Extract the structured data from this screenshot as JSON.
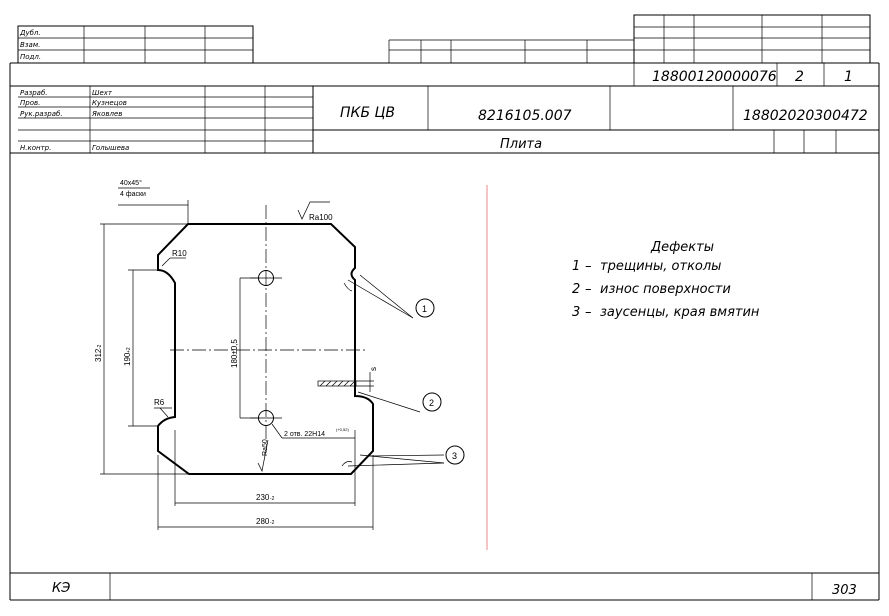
{
  "stamp": {
    "left_rows": [
      "Дубл.",
      "Взам.",
      "Подл."
    ],
    "doc_code": "18800120000076",
    "sheet": "2",
    "sheets": "1",
    "roles": [
      {
        "role": "Разраб.",
        "name": "Шехт"
      },
      {
        "role": "Пров.",
        "name": "Кузнецов"
      },
      {
        "role": "Рук.разраб.",
        "name": "Яковлев"
      },
      {
        "role": "",
        "name": ""
      },
      {
        "role": "Н.контр.",
        "name": "Голышева"
      }
    ],
    "org": "ПКБ ЦВ",
    "part_number": "8216105.007",
    "doc_number": "18802020300472",
    "title": "Плита"
  },
  "drawing": {
    "chamfer": "40x45°",
    "chamfer_count": "4 фаски",
    "roughness_top": "Ra100",
    "roughness_bottom": "Ra50",
    "radius_top": "R10",
    "radius_bottom": "R6",
    "dim_height_total": "312",
    "dim_height_total_tol": "-2",
    "dim_height_inner": "190",
    "dim_height_inner_tol": "+2",
    "dim_holes_spacing": "180±0,5",
    "dim_width_inner": "230",
    "dim_width_inner_tol": "-2",
    "dim_width_total": "280",
    "dim_width_total_tol": "-2",
    "holes_note": "2 отв. 22H14",
    "holes_tol": "(+0,52)",
    "thickness": "s",
    "callouts": [
      "1",
      "2",
      "3"
    ]
  },
  "defects": {
    "heading": "Дефекты",
    "items": [
      {
        "num": "1",
        "dash": "–",
        "text": "трещины, отколы"
      },
      {
        "num": "2",
        "dash": "–",
        "text": "износ поверхности"
      },
      {
        "num": "3",
        "dash": "–",
        "text": "заусенцы, края вмятин"
      }
    ]
  },
  "footer": {
    "left": "КЭ",
    "right": "303"
  }
}
